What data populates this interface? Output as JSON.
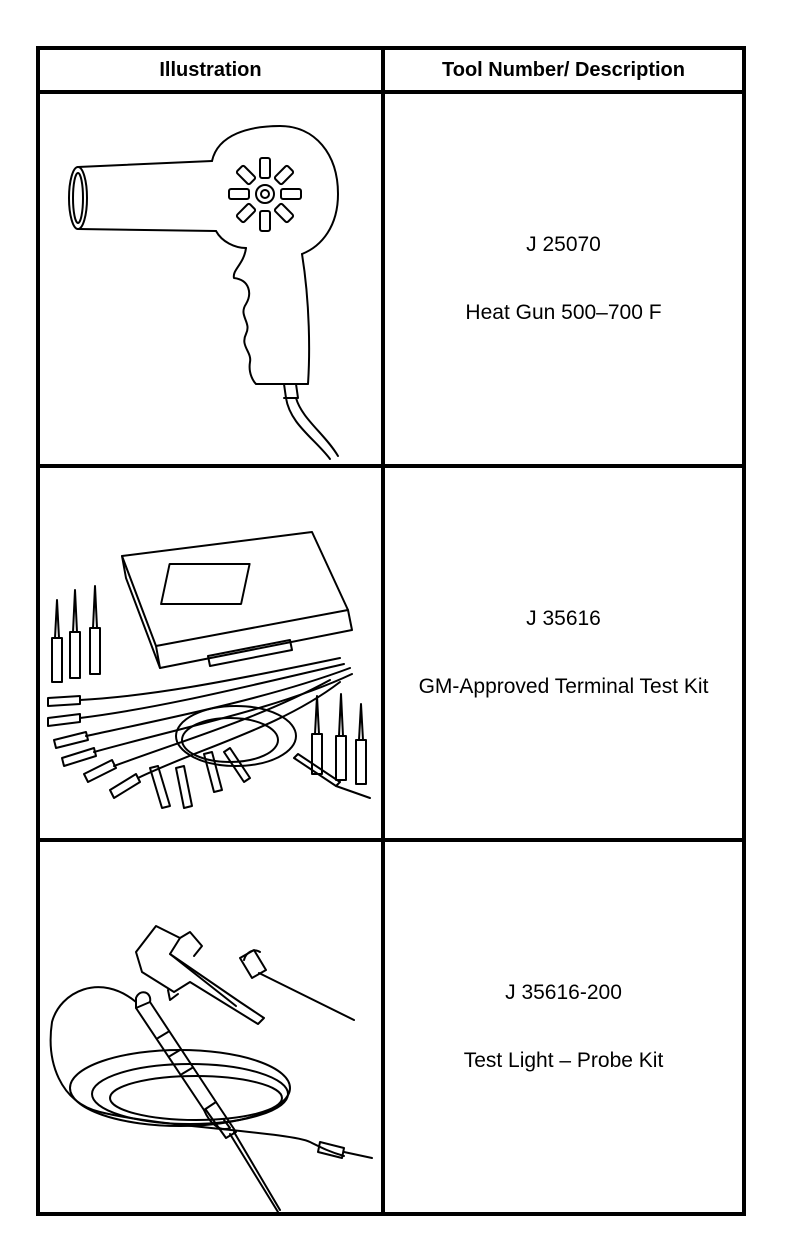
{
  "table": {
    "header": {
      "illustration": "Illustration",
      "tool": "Tool Number/ Description"
    },
    "rows": [
      {
        "tool_number": "J 25070",
        "description": "Heat Gun 500–700 F",
        "illustration_icon": "heat-gun-icon"
      },
      {
        "tool_number": "J 35616",
        "description": "GM-Approved Terminal Test Kit",
        "illustration_icon": "terminal-test-kit-icon"
      },
      {
        "tool_number": "J 35616-200",
        "description": "Test Light – Probe Kit",
        "illustration_icon": "test-light-probe-kit-icon"
      }
    ]
  }
}
